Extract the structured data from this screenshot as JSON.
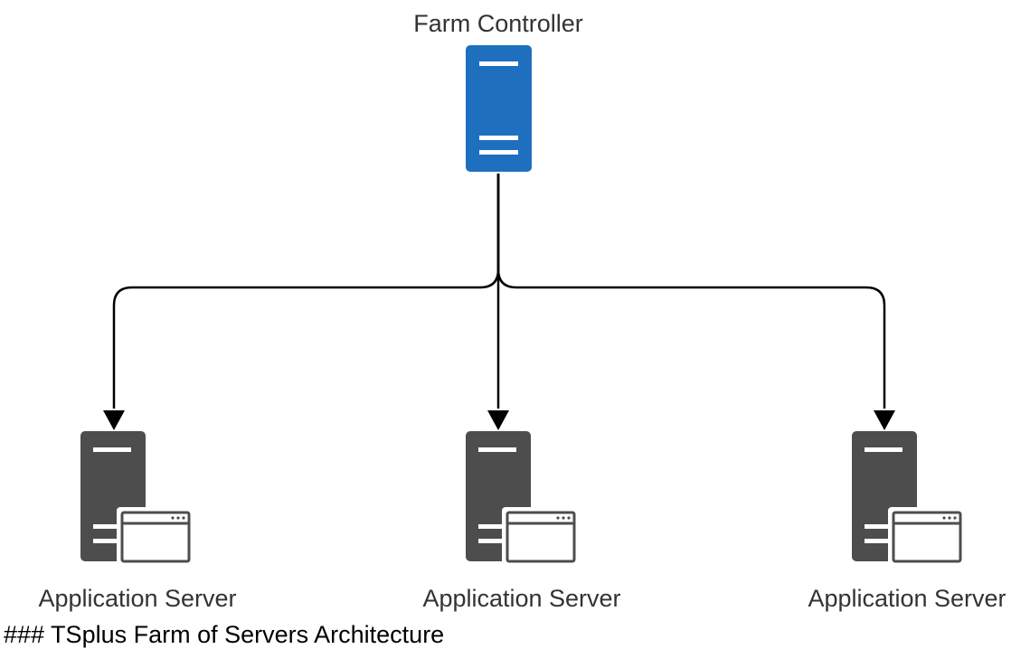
{
  "diagram": {
    "controller": {
      "label": "Farm Controller",
      "icon": "server-icon",
      "color": "#1f6fbf"
    },
    "app_servers": [
      {
        "label": "Application Server",
        "icon": "application-server-icon"
      },
      {
        "label": "Application Server",
        "icon": "application-server-icon"
      },
      {
        "label": "Application Server",
        "icon": "application-server-icon"
      }
    ],
    "server_color": "#4d4d4d",
    "edges": [
      {
        "from": "Farm Controller",
        "to": "Application Server 1"
      },
      {
        "from": "Farm Controller",
        "to": "Application Server 2"
      },
      {
        "from": "Farm Controller",
        "to": "Application Server 3"
      }
    ]
  },
  "caption": "### TSplus Farm of Servers Architecture"
}
